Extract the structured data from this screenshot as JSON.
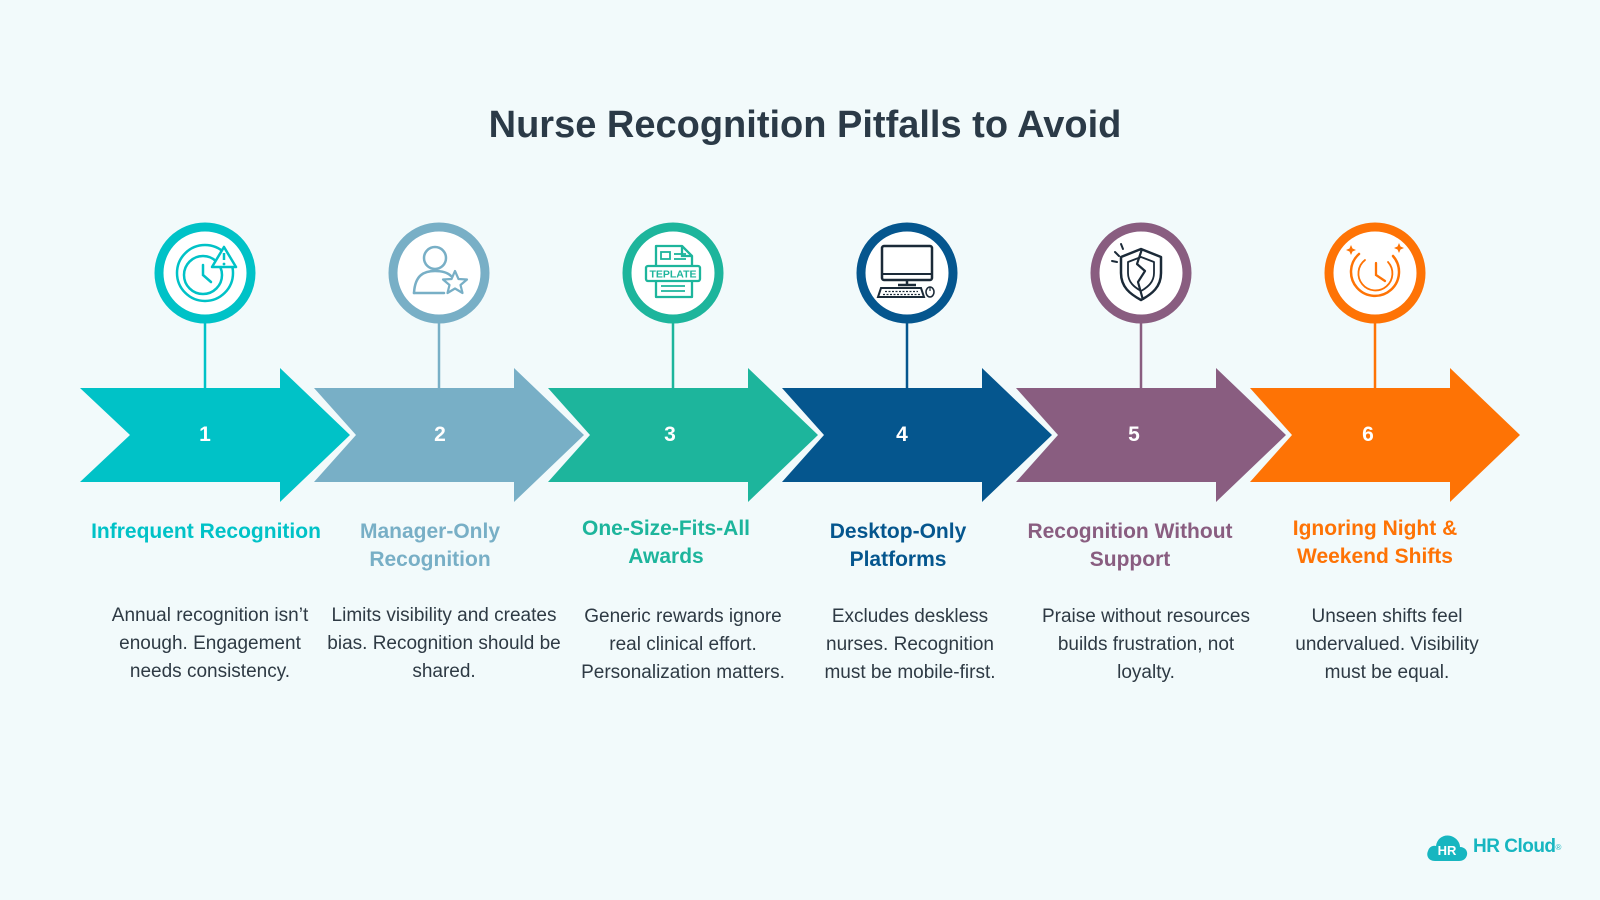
{
  "title": "Nurse Recognition Pitfalls to Avoid",
  "steps": [
    {
      "number": "1",
      "title": "Infrequent Recognition",
      "description": "Annual recognition isn’t enough. Engagement needs consistency.",
      "color": "#00c2c7",
      "icon": "clock-alert-icon"
    },
    {
      "number": "2",
      "title": "Manager-Only Recognition",
      "description": "Limits visibility and creates bias. Recognition should be shared.",
      "color": "#78afc6",
      "icon": "user-star-icon"
    },
    {
      "number": "3",
      "title": "One-Size-Fits-All Awards",
      "description": "Generic rewards ignore real clinical effort. Personalization matters.",
      "color": "#1db59c",
      "icon": "template-icon"
    },
    {
      "number": "4",
      "title": "Desktop-Only Platforms",
      "description": "Excludes deskless nurses. Recognition must be mobile-first.",
      "color": "#05568e",
      "icon": "desktop-computer-icon"
    },
    {
      "number": "5",
      "title": "Recognition Without Support",
      "description": "Praise without resources builds frustration, not loyalty.",
      "color": "#895d80",
      "icon": "broken-shield-icon"
    },
    {
      "number": "6",
      "title": "Ignoring Night & Weekend Shifts",
      "description": "Unseen shifts feel undervalued. Visibility must be equal.",
      "color": "#fe7305",
      "icon": "night-clock-icon"
    }
  ],
  "template_icon_text": "TEPLATE",
  "logo": {
    "badge": "HR",
    "text": "HR Cloud",
    "reg": "®",
    "color": "#17b6c0"
  }
}
